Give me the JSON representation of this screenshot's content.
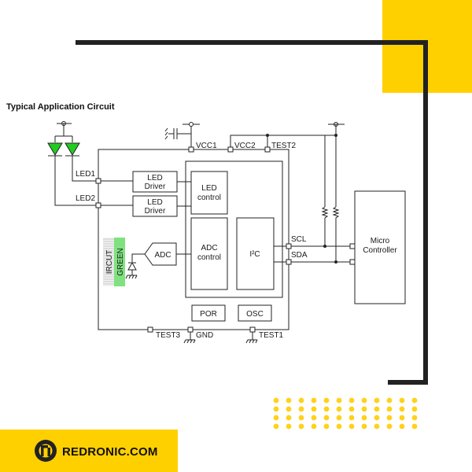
{
  "diagram": {
    "title": "Typical Application Circuit",
    "pins": {
      "vcc1": "VCC1",
      "vcc2": "VCC2",
      "test2": "TEST2",
      "led1": "LED1",
      "led2": "LED2",
      "scl": "SCL",
      "sda": "SDA",
      "test3": "TEST3",
      "gnd": "GND",
      "test1": "TEST1"
    },
    "blocks": {
      "led_driver_1": [
        "LED",
        "Driver"
      ],
      "led_driver_2": [
        "LED",
        "Driver"
      ],
      "led_control": [
        "LED",
        "control"
      ],
      "adc": "ADC",
      "adc_control": [
        "ADC",
        "control"
      ],
      "i2c": "I²C",
      "por": "POR",
      "osc": "OSC",
      "micro_controller": [
        "Micro",
        "Controller"
      ]
    },
    "sensors": {
      "ircut": "IRCUT",
      "green": "GREEN"
    }
  },
  "brand": {
    "name": "REDRONIC.COM",
    "logo_icon": "redronic-logo-icon"
  },
  "colors": {
    "accent_yellow": "#ffd000",
    "led_green": "#22cc22",
    "green_filter": "#7fe27f",
    "dark_bar": "#222222",
    "dot_yellow": "#ffd21a"
  }
}
